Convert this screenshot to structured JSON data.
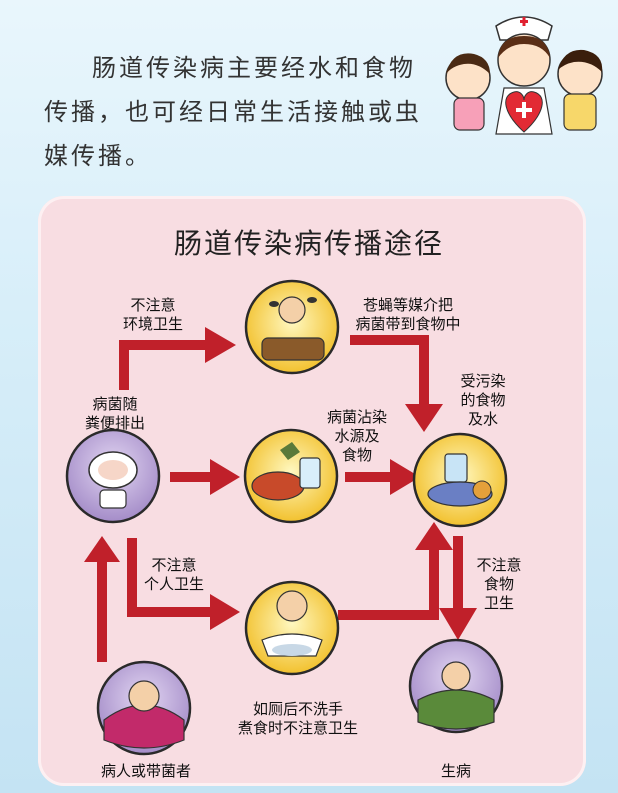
{
  "intro_text": "肠道传染病主要经水和食物传播，也可经日常生活接触或虫媒传播。",
  "diagram": {
    "title": "肠道传染病传播途径",
    "nodes": {
      "patient": "病人或带菌者",
      "sick": "生病"
    },
    "edges": {
      "excretion": "病菌随\n粪便排出",
      "env_hygiene": "不注意\n环境卫生",
      "flies": "苍蝇等媒介把\n病菌带到食物中",
      "contaminated": "受污染\n的食物\n及水",
      "water_source": "病菌沾染\n水源及\n食物",
      "personal_hygiene": "不注意\n个人卫生",
      "toilet_wash": "如厕后不洗手\n煮食时不注意卫生",
      "food_hygiene": "不注意\n食物\n卫生"
    }
  },
  "colors": {
    "arrow": "#c0202a",
    "panel": "#f8dde2",
    "circle_outline": "#2a2a2a"
  }
}
